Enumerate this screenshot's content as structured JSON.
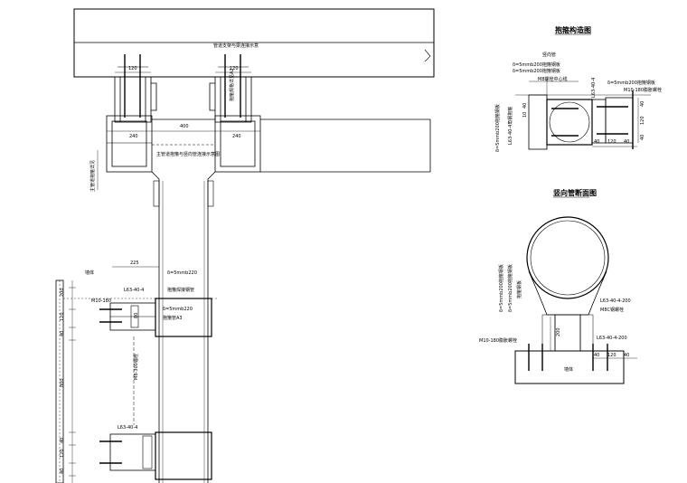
{
  "titles": {
    "detail": "抱箍构造图",
    "section": "竖向管断面图"
  },
  "main_view": {
    "dim_120_left": "120",
    "dim_120_right": "120",
    "dim_240_left": "240",
    "dim_240_right": "240",
    "dim_400": "400",
    "note_top": "管道支架与梁连接示意",
    "note_pipe_a2": "抱箍规格详见A2",
    "note_mid": "主管道抱箍与竖向管连接示意图",
    "note_vertical": "主管道抱箍详见",
    "dim_225": "225",
    "plate_220_top": "δ=5mmb220",
    "note_weld": "抱箍焊接钢管",
    "plate_220_mid": "δ=5mmb220",
    "note_a3": "抱箍管A3",
    "angle_top": "L63-40-4",
    "bolt_m10": "M10-180",
    "dim_200": "200",
    "dim_80": "80",
    "dim_120_v": "120",
    "dim_40_a": "40",
    "bolt_m8": "M8-300锚栓",
    "dim_800": "800",
    "angle_bottom": "L63-40-4",
    "dim_40_b": "40",
    "dim_120_v2": "120",
    "dim_40_c": "40",
    "label_wall": "墙体"
  },
  "detail_view": {
    "label_pipe_cl": "竖向管",
    "plate_1": "δ=5mmb200抱箍钢板",
    "plate_2": "δ=5mmb200抱箍钢板",
    "m8": "M8螺栓中心线",
    "angle": "L63-40-4",
    "plate_right": "δ=5mmb200抱箍钢板",
    "bolt_right": "M10-180膨胀螺栓",
    "dim_40_l": "40",
    "dim_120": "120",
    "dim_40_r": "40",
    "dim_40_v1": "40",
    "dim_120_v": "120",
    "dim_40_v2": "40",
    "dim_40_left": "40",
    "dim_10": "10",
    "vert_note1": "δ=5mmb200抱箍钢板",
    "vert_note2": "L63-40-4角钢抱箍"
  },
  "section_view": {
    "vert_note1": "δ=5mmb200抱箍钢板",
    "vert_note2": "δ=5mmb200抱箍钢板",
    "vert_note3": "抱箍钢板",
    "angle_upper": "L63-40-4-200",
    "bolt_m8": "M8C钢螺栓",
    "dim_200": "200",
    "angle_lower": "L63-40-4-200",
    "bolt_m10": "M10-180膨胀螺栓",
    "dim_40_l": "40",
    "dim_120": "120",
    "dim_40_r": "40",
    "label_wall": "墙体"
  }
}
